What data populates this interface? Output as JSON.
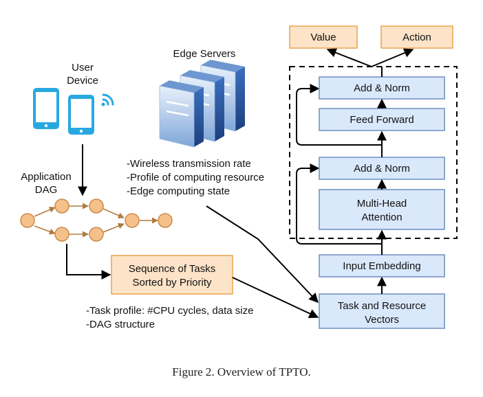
{
  "figure": {
    "caption": "Figure 2. Overview of TPTO."
  },
  "labels": {
    "user_device": [
      "User",
      "Device"
    ],
    "edge_servers": "Edge Servers",
    "application_dag": [
      "Application",
      "DAG"
    ],
    "server_features": [
      "-Wireless transmission rate",
      "-Profile of computing resource",
      "-Edge computing state"
    ],
    "task_features": [
      "-Task profile: #CPU cycles, data size",
      "-DAG structure"
    ]
  },
  "boxes": {
    "value": "Value",
    "action": "Action",
    "add_norm_top": "Add & Norm",
    "feed_forward": "Feed Forward",
    "add_norm_bottom": "Add & Norm",
    "multi_head_attention": [
      "Multi-Head",
      "Attention"
    ],
    "input_embedding": "Input Embedding",
    "task_resource_vectors": [
      "Task and Resource",
      "Vectors"
    ],
    "sequence_of_tasks": [
      "Sequence of Tasks",
      "Sorted by Priority"
    ]
  },
  "colors": {
    "orange_fill": "#fde3c8",
    "orange_border": "#e8a34c",
    "blue_fill": "#dae8fc",
    "blue_border": "#6c8ebf",
    "node_fill": "#f5c08a",
    "node_border": "#c98a4b",
    "phone_blue": "#29a8e0",
    "server_blue": "#2d5fa8"
  }
}
